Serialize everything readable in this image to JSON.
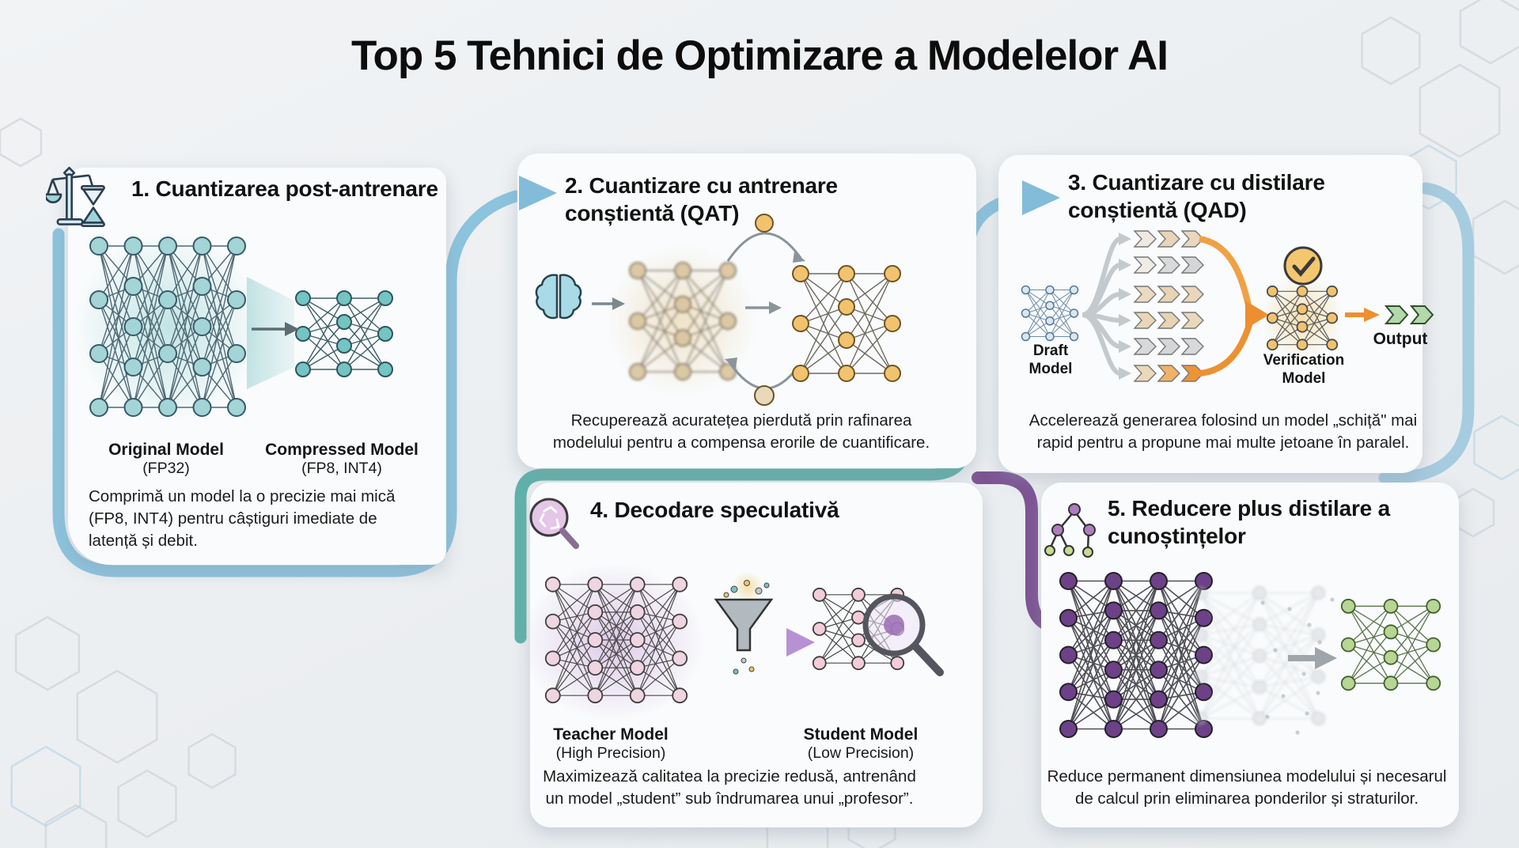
{
  "title": "Top 5 Tehnici de Optimizare a Modelelor AI",
  "sections": {
    "s1": {
      "heading": "1. Cuantizarea post-antrenare",
      "description": "Comprimă un model la o precizie mai mică\n(FP8, INT4) pentru câștiguri imediate de\nlatență și debit.",
      "labels": {
        "original": "Original Model",
        "original_sub": "(FP32)",
        "compressed": "Compressed Model",
        "compressed_sub": "(FP8, INT4)"
      }
    },
    "s2": {
      "heading": "2. Cuantizare cu antrenare\nconștientă (QAT)",
      "description": "Recuperează acuratețea pierdută prin rafinarea\nmodelului pentru a compensa erorile de cuantificare."
    },
    "s3": {
      "heading": "3. Cuantizare cu distilare\nconștientă (QAD)",
      "description": "Accelerează generarea folosind un model „schiță\" mai\nrapid pentru a propune mai multe jetoane în paralel.",
      "labels": {
        "draft": "Draft\nModel",
        "verification": "Verification\nModel",
        "output": "Output"
      }
    },
    "s4": {
      "heading": "4. Decodare speculativă",
      "description": "Maximizează calitatea la precizie redusă, antrenând\nun model „student” sub îndrumarea unui „profesor”.",
      "labels": {
        "teacher": "Teacher Model",
        "teacher_sub": "(High Precision)",
        "student": "Student Model",
        "student_sub": "(Low Precision)"
      }
    },
    "s5": {
      "heading": "5. Reducere plus distilare a\ncunoștințelor",
      "description": "Reduce permanent dimensiunea modelului și necesarul\nde calcul prin eliminarea ponderilor și straturilor."
    }
  },
  "icons": {
    "s1": "balance-scale-hourglass-icon",
    "s2": "brain-icon",
    "s3": "checkmark-circle-icon",
    "s4": "magnifier-recycle-icon",
    "s5": "tree-graph-icon"
  },
  "colors": {
    "flow_blue": "#8cc3dd",
    "flow_teal": "#5fb2aa",
    "flow_purple": "#7e5494",
    "accent_orange": "#ee8f2f",
    "node_teal": "#74c4c1",
    "node_gold": "#f2c36e",
    "node_purple": "#6d4187",
    "node_green": "#b7d694",
    "node_pink": "#f4cbd9",
    "output_green": "#b3d9a8"
  }
}
